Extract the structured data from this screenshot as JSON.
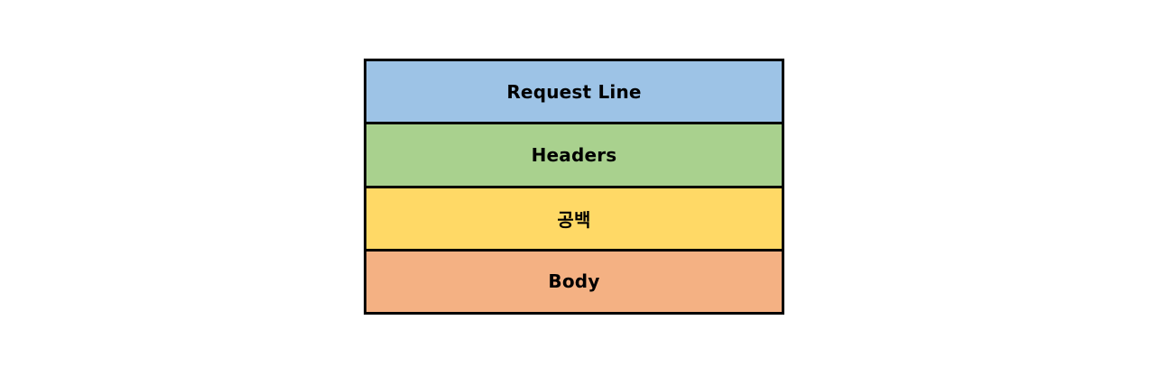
{
  "diagram": {
    "blocks": [
      {
        "label": "Request Line",
        "color": "#9dc3e6"
      },
      {
        "label": "Headers",
        "color": "#a9d18e"
      },
      {
        "label": "공백",
        "color": "#ffd966"
      },
      {
        "label": "Body",
        "color": "#f4b183"
      }
    ],
    "border_color": "#000000"
  }
}
